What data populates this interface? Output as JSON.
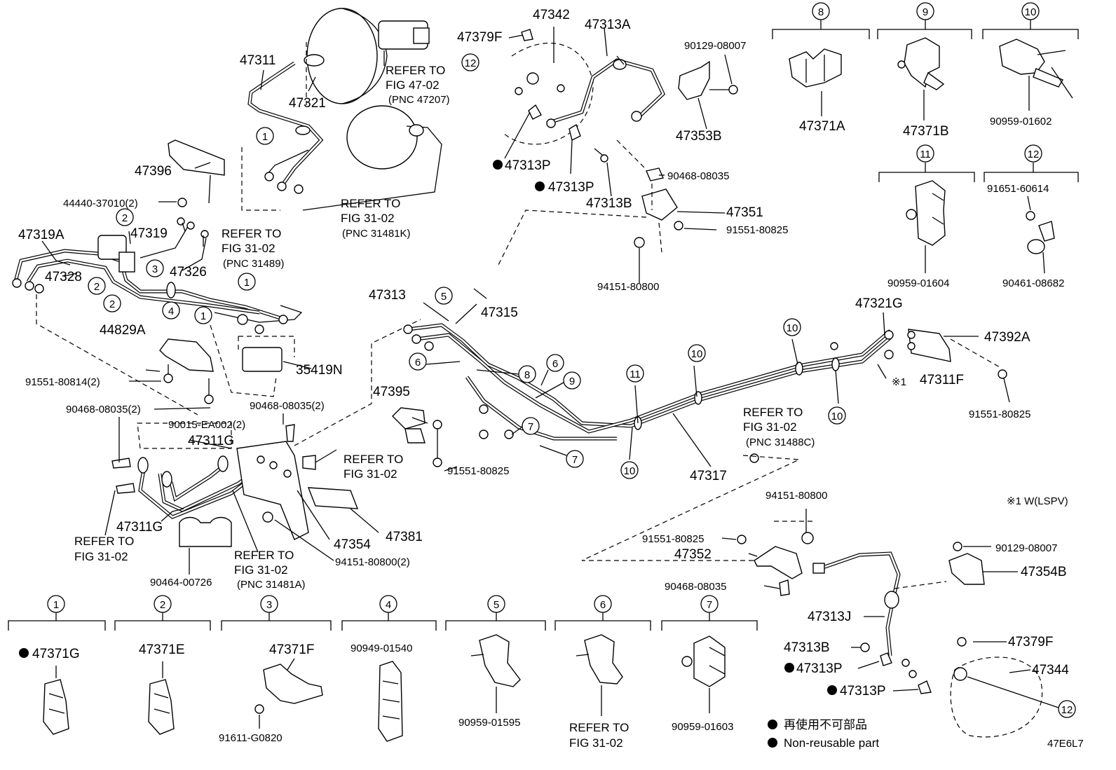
{
  "parts": {
    "p47311": "47311",
    "p47321": "47321",
    "p47396": "47396",
    "p44440": "44440-37010(2)",
    "p47319A": "47319A",
    "p47319": "47319",
    "p47328": "47328",
    "p47326": "47326",
    "p44829A": "44829A",
    "p35419N": "35419N",
    "p91551_80814": "91551-80814(2)",
    "p90468_08035_2a": "90468-08035(2)",
    "p90015": "90015-EA002(2)",
    "p90468_08035_2b": "90468-08035(2)",
    "p47311G_a": "47311G",
    "p47311G_b": "47311G",
    "p90464": "90464-00726",
    "p47354": "47354",
    "p47381": "47381",
    "p94151_2": "94151-80800(2)",
    "p47379F_a": "47379F",
    "p47342": "47342",
    "p47313A": "47313A",
    "p47313P_a": "47313P",
    "p47313P_b": "47313P",
    "p47313B_a": "47313B",
    "p90129_a": "90129-08007",
    "p47353B": "47353B",
    "p90468_a": "90468-08035",
    "p47351": "47351",
    "p91551_a": "91551-80825",
    "p94151_a": "94151-80800",
    "p47313": "47313",
    "p47315": "47315",
    "p47395": "47395",
    "p91551_b": "91551-80825",
    "p47317": "47317",
    "p47321G": "47321G",
    "p47392A": "47392A",
    "p47311F": "47311F",
    "p91551_c": "91551-80825",
    "p94151_b": "94151-80800",
    "p91551_d": "91551-80825",
    "p47352": "47352",
    "p90468_b": "90468-08035",
    "p90129_b": "90129-08007",
    "p47354B": "47354B",
    "p47313J": "47313J",
    "p47313B_b": "47313B",
    "p47313P_c": "47313P",
    "p47313P_d": "47313P",
    "p47379F_b": "47379F",
    "p47344": "47344"
  },
  "refs": {
    "r4702": {
      "line1": "REFER TO",
      "line2": "FIG 47-02",
      "pnc": "(PNC 47207)"
    },
    "r3102k": {
      "line1": "REFER TO",
      "line2": "FIG 31-02",
      "pnc": "(PNC 31481K)"
    },
    "r31489": {
      "line1": "REFER TO",
      "line2": "FIG 31-02",
      "pnc": "(PNC 31489)"
    },
    "r3102a": {
      "line1": "REFER TO",
      "line2": "FIG 31-02"
    },
    "r3102b": {
      "line1": "REFER TO",
      "line2": "FIG 31-02"
    },
    "r31481a": {
      "line1": "REFER TO",
      "line2": "FIG 31-02",
      "pnc": "(PNC 31481A)"
    },
    "r31488c": {
      "line1": "REFER TO",
      "line2": "FIG 31-02",
      "pnc": "(PNC 31488C)"
    },
    "r3102c": {
      "line1": "REFER TO",
      "line2": "FIG 31-02"
    }
  },
  "note_lspv": "※1 W(LSPV)",
  "note_mark": "※1",
  "callouts": {
    "c1": "1",
    "c2": "2",
    "c3": "3",
    "c4": "4",
    "c5": "5",
    "c6": "6",
    "c7": "7",
    "c8": "8",
    "c9": "9",
    "c10": "10",
    "c11": "11",
    "c12": "12"
  },
  "detail_boxes": [
    {
      "num": "1",
      "part": "47371G",
      "bullet": true
    },
    {
      "num": "2",
      "part": "47371E",
      "bullet": false
    },
    {
      "num": "3",
      "part": "47371F",
      "extra": "91611-G0820"
    },
    {
      "num": "4",
      "part": "90949-01540"
    },
    {
      "num": "5",
      "part": "90959-01595"
    },
    {
      "num": "6",
      "ref1": "REFER TO",
      "ref2": "FIG 31-02"
    },
    {
      "num": "7",
      "part": "90959-01603"
    },
    {
      "num": "8",
      "part": "47371A"
    },
    {
      "num": "9",
      "part": "47371B"
    },
    {
      "num": "10",
      "part": "90959-01602"
    },
    {
      "num": "11",
      "part": "90959-01604"
    },
    {
      "num": "12",
      "part": "90461-08682",
      "extra": "91651-60614"
    }
  ],
  "legend": {
    "cn": "再使用不可部品",
    "en": "Non-reusable part"
  },
  "figure_code": "47E6L7"
}
